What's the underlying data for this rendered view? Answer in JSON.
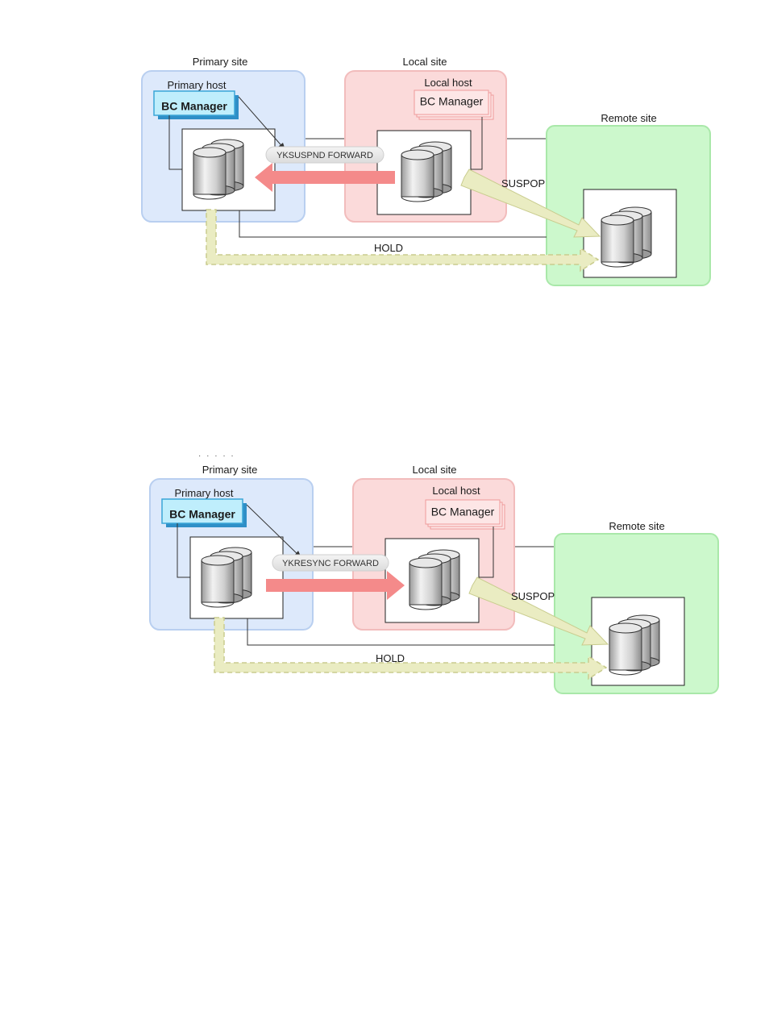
{
  "diagrams": [
    {
      "primary_site_label": "Primary site",
      "primary_host_label": "Primary host",
      "primary_bc_manager": "BC Manager",
      "local_site_label": "Local site",
      "local_host_label": "Local host",
      "local_bc_manager": "BC Manager",
      "remote_site_label": "Remote site",
      "command_label": "YKSUSPND FORWARD",
      "command_direction": "local-to-primary",
      "suspop_label": "SUSPOP",
      "hold_label": "HOLD"
    },
    {
      "primary_site_label": "Primary site",
      "primary_host_label": "Primary host",
      "primary_bc_manager": "BC Manager",
      "local_site_label": "Local site",
      "local_host_label": "Local host",
      "local_bc_manager": "BC Manager",
      "remote_site_label": "Remote site",
      "command_label": "YKRESYNC FORWARD",
      "command_direction": "primary-to-local",
      "suspop_label": "SUSPOP",
      "hold_label": "HOLD"
    }
  ],
  "colors": {
    "primary_site_fill": "#dde9fb",
    "primary_site_stroke": "#b9cff0",
    "local_site_fill": "#fbdada",
    "local_site_stroke": "#f2bcbc",
    "remote_site_fill": "#ccf8cc",
    "remote_site_stroke": "#a9e8a9",
    "bc_primary_fill": "#bfeefc",
    "bc_primary_stroke": "#3aa6d8",
    "bc_local_stroke": "#ef9a9a",
    "command_arrow": "#f48a8a",
    "suspop_arrow": "#eaecc2",
    "hold_arrow": "#eaecc2"
  }
}
